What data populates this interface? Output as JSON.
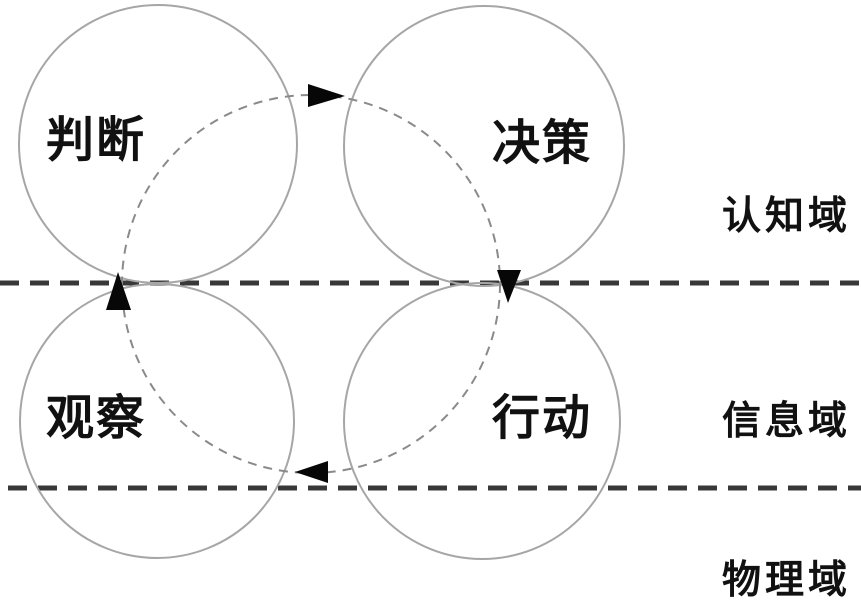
{
  "nodes": {
    "orient": {
      "label": "判断"
    },
    "decide": {
      "label": "决策"
    },
    "observe": {
      "label": "观察"
    },
    "act": {
      "label": "行动"
    }
  },
  "domains": {
    "cognitive": {
      "label": "认知域"
    },
    "information": {
      "label": "信息域"
    },
    "physical": {
      "label": "物理域"
    }
  },
  "colors": {
    "background": "#ffffff",
    "node_circle_stroke": "#a6a6a6",
    "loop_circle_stroke": "#8a8a8a",
    "domain_divider": "#383838",
    "arrow_fill": "#070707",
    "label_text": "#111111"
  }
}
